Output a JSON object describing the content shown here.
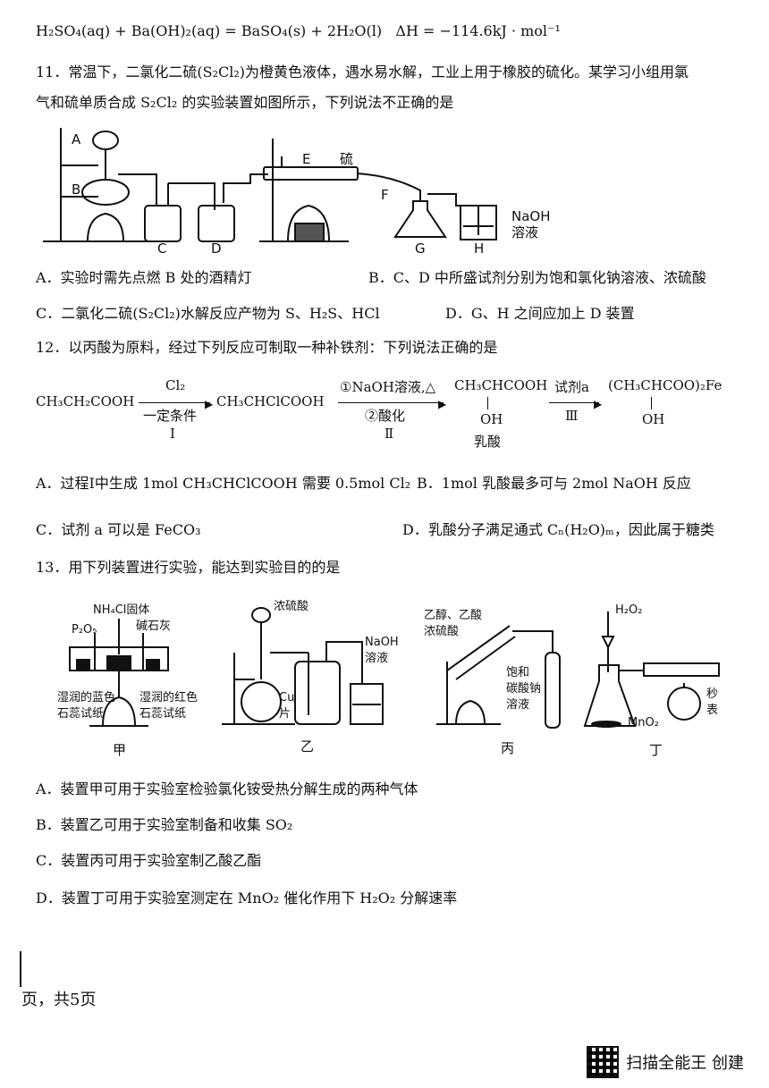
{
  "top_equation": {
    "lhs": "H₂SO₄(aq) + Ba(OH)₂(aq) = BaSO₄(s) + 2H₂O(l)",
    "dh": "ΔH = −114.6kJ · mol⁻¹"
  },
  "q11": {
    "stem_line1": "11．常温下，二氯化二硫(S₂Cl₂)为橙黄色液体，遇水易水解，工业上用于橡胶的硫化。某学习小组用氯",
    "stem_line2": "气和硫单质合成 S₂Cl₂ 的实验装置如图所示，下列说法不正确的是",
    "labels": {
      "A": "A",
      "B": "B",
      "C": "C",
      "D": "D",
      "E": "E",
      "F": "F",
      "G": "G",
      "H": "H",
      "sulfur": "硫",
      "naoh": "NaOH",
      "soln": "溶液"
    },
    "opt_a": "A．实验时需先点燃 B 处的酒精灯",
    "opt_b": "B．C、D 中所盛试剂分别为饱和氯化钠溶液、浓硫酸",
    "opt_c": "C．二氯化二硫(S₂Cl₂)水解反应产物为 S、H₂S、HCl",
    "opt_d": "D．G、H 之间应加上 D 装置"
  },
  "q12": {
    "stem": "12．以丙酸为原料，经过下列反应可制取一种补铁剂：下列说法正确的是",
    "r0": "CH₃CH₂COOH",
    "arrow1_top": "Cl₂",
    "arrow1_bottom": "一定条件",
    "arrow1_step": "Ⅰ",
    "r1": "CH₃CHClCOOH",
    "arrow2_top": "①NaOH溶液,△",
    "arrow2_bottom": "②酸化",
    "arrow2_step": "Ⅱ",
    "r2": "CH₃CHCOOH",
    "r2_oh": "OH",
    "r2_name": "乳酸",
    "arrow3_top": "试剂a",
    "arrow3_step": "Ⅲ",
    "r3": "(CH₃CHCOO)₂Fe",
    "r3_oh": "OH",
    "opt_a": "A．过程Ⅰ中生成 1mol CH₃CHClCOOH 需要 0.5mol Cl₂",
    "opt_b": "B．1mol 乳酸最多可与 2mol NaOH 反应",
    "opt_c": "C．试剂 a 可以是 FeCO₃",
    "opt_d": "D．乳酸分子满足通式 Cₙ(H₂O)ₘ，因此属于糖类"
  },
  "q13": {
    "stem": "13．用下列装置进行实验，能达到实验目的的是",
    "jia": {
      "nh4cl": "NH₄Cl固体",
      "p2o5": "P₂O₅",
      "lime": "碱石灰",
      "blue1": "湿润的蓝色",
      "blue2": "石蕊试纸",
      "red1": "湿润的红色",
      "red2": "石蕊试纸",
      "name": "甲"
    },
    "yi": {
      "acid": "浓硫酸",
      "naoh": "NaOH",
      "soln": "溶液",
      "cu1": "Cu",
      "cu2": "片",
      "name": "乙"
    },
    "bing": {
      "r1": "乙醇、乙酸",
      "r2": "浓硫酸",
      "s1": "饱和",
      "s2": "碳酸钠",
      "s3": "溶液",
      "name": "丙"
    },
    "ding": {
      "h2o2": "H₂O₂",
      "mno2": "MnO₂",
      "w1": "秒",
      "w2": "表",
      "name": "丁"
    },
    "opt_a": "A．装置甲可用于实验室检验氯化铵受热分解生成的两种气体",
    "opt_b": "B．装置乙可用于实验室制备和收集 SO₂",
    "opt_c": "C．装置丙可用于实验室制乙酸乙酯",
    "opt_d": "D．装置丁可用于实验室测定在 MnO₂ 催化作用下 H₂O₂ 分解速率"
  },
  "footer": {
    "page": "页，共5页",
    "brand": "扫描全能王 创建"
  }
}
